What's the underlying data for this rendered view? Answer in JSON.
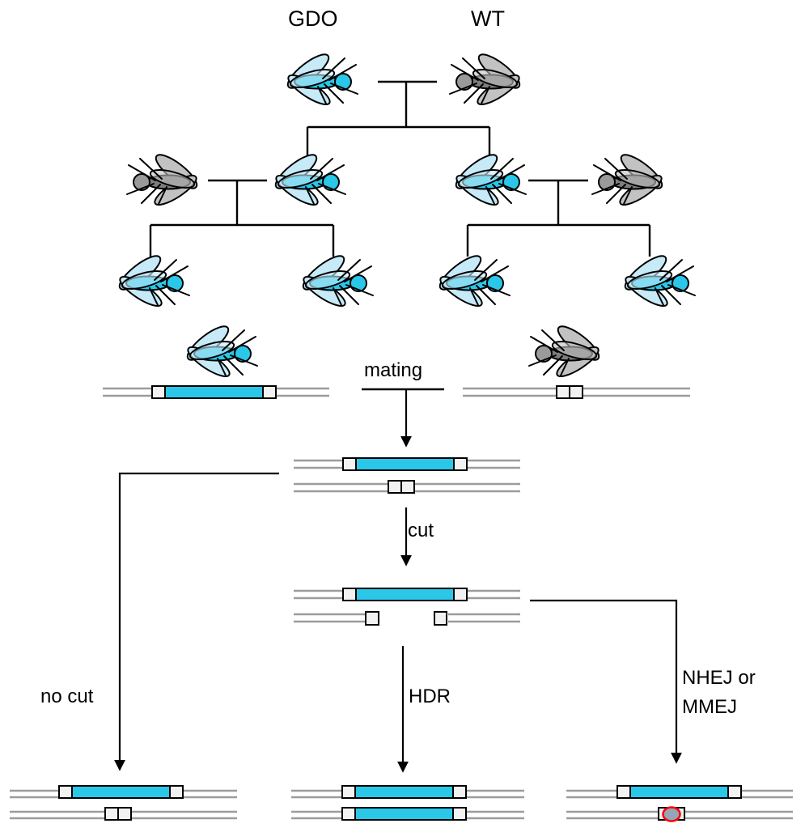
{
  "labels": {
    "gdo": "GDO",
    "wt": "WT",
    "mating": "mating",
    "cut": "cut",
    "no_cut": "no cut",
    "hdr": "HDR",
    "nhej_line1": "NHEJ or",
    "nhej_line2": "MMEJ"
  },
  "icons": {
    "gdo_fly": "cyan-fly-icon",
    "wt_fly": "gray-fly-icon",
    "gene_drive_cassette": "white-cyan-white-box-cassette",
    "wild_type_locus": "two-white-boxes",
    "indel_marker": "red-outlined-gray-ellipse"
  },
  "colors": {
    "gd-cyan": "#2AC7E9",
    "gd-wing": "#C6EAF7",
    "wt-gray": "#7E7E7E",
    "wt-head": "#9A9A9A",
    "wt-wing": "#C2C2C2",
    "chromosome-line": "#9C9C9C",
    "allele-box-fill": "#F2F2F2",
    "indel-fill": "#94A4B9",
    "indel-stroke": "#FF0000",
    "line-black": "#000000"
  }
}
